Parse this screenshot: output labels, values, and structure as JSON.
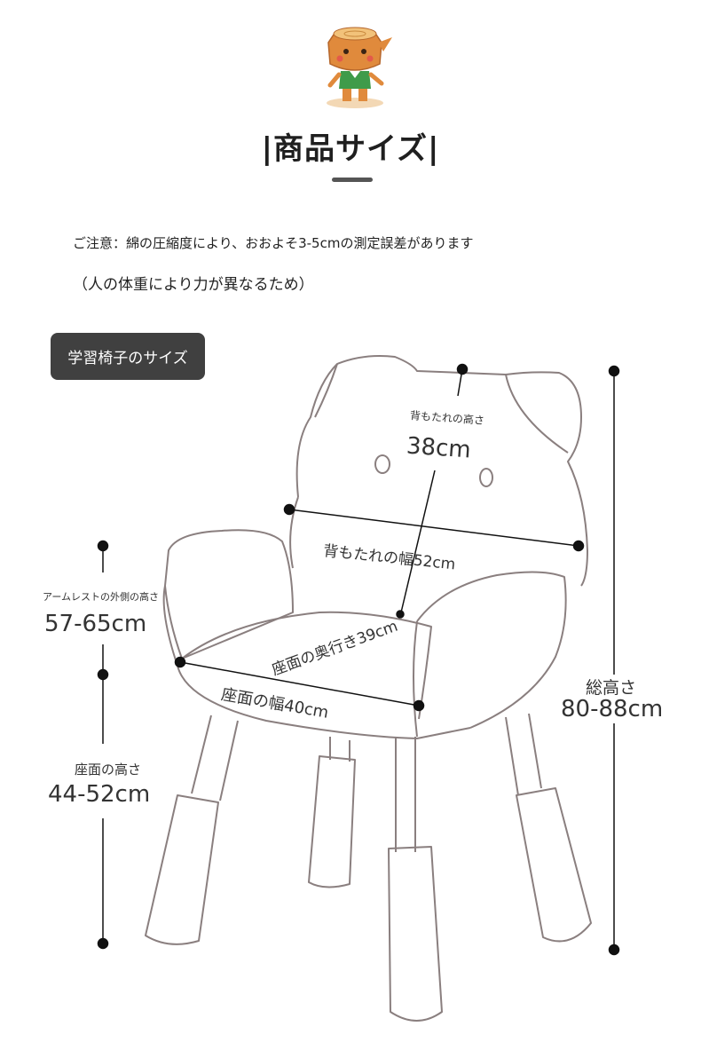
{
  "header": {
    "title": "|商品サイズ|",
    "mascot_icon": "tree-stump-mascot-icon"
  },
  "notes": {
    "line1": "ご注意：綿の圧縮度により、おおよそ3-5cmの測定誤差があります",
    "line2": "（人の体重により力が異なるため）"
  },
  "section_badge": "学習椅子のサイズ",
  "dimensions": {
    "backrest_height_label": "背もたれの高さ",
    "backrest_height_value": "38cm",
    "backrest_width": "背もたれの幅52cm",
    "seat_depth": "座面の奥行き39cm",
    "seat_width": "座面の幅40cm",
    "armrest_height_label": "アームレストの外側の高さ",
    "armrest_height_value": "57-65cm",
    "seat_height_label": "座面の高さ",
    "seat_height_value": "44-52cm",
    "total_height_label": "総高さ",
    "total_height_value": "80-88cm"
  },
  "colors": {
    "badge_bg": "#404040",
    "line": "#111111",
    "mascot_orange": "#e8893a",
    "mascot_green": "#3f9b4a"
  }
}
